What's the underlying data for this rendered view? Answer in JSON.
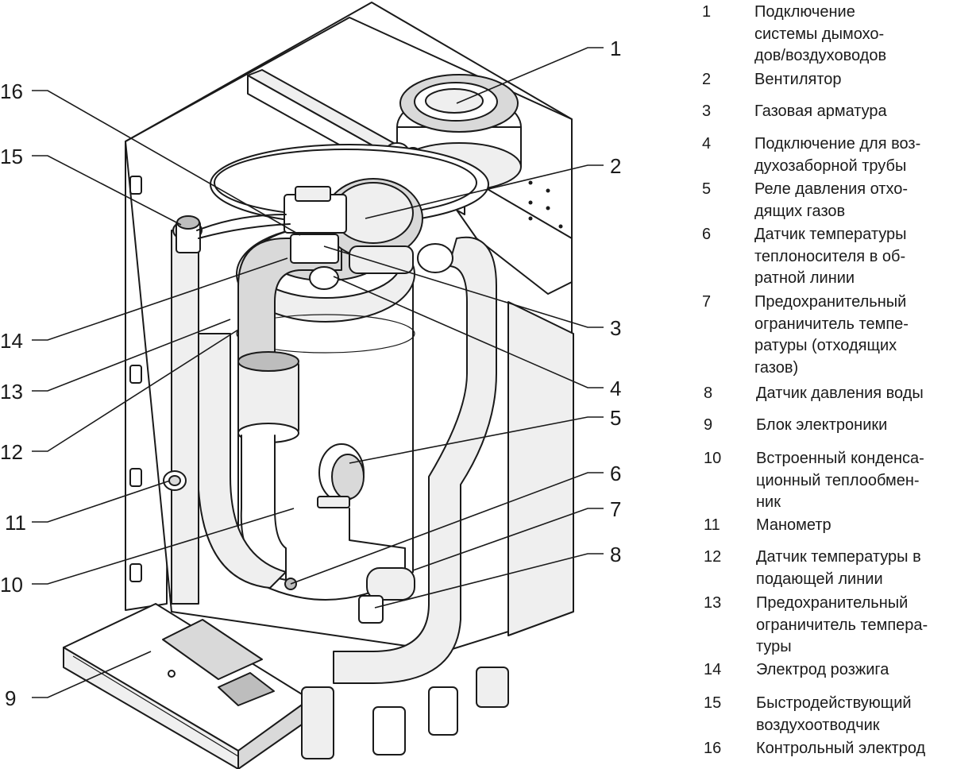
{
  "callouts": [
    "1",
    "2",
    "3",
    "4",
    "5",
    "6",
    "7",
    "8",
    "9",
    "10",
    "11",
    "12",
    "13",
    "14",
    "15",
    "16"
  ],
  "legend": [
    {
      "num": "1",
      "text": "Подключение\nсистемы дымохо-\nдов/воздуховодов"
    },
    {
      "num": "2",
      "text": "Вентилятор"
    },
    {
      "num": "3",
      "text": "Газовая арматура"
    },
    {
      "num": "4",
      "text": "Подключение для воз-\nдухозаборной трубы"
    },
    {
      "num": "5",
      "text": "Реле давления отхо-\nдящих газов"
    },
    {
      "num": "6",
      "text": "Датчик температуры\nтеплоносителя в об-\nратной линии"
    },
    {
      "num": "7",
      "text": "Предохранительный\nограничитель темпе-\nратуры (отходящих\nгазов)"
    },
    {
      "num": "8",
      "text": "Датчик давления воды"
    },
    {
      "num": "9",
      "text": "Блок электроники"
    },
    {
      "num": "10",
      "text": "Встроенный конденса-\nционный теплообмен-\nник"
    },
    {
      "num": "11",
      "text": "Манометр"
    },
    {
      "num": "12",
      "text": "Датчик температуры в\nподающей линии"
    },
    {
      "num": "13",
      "text": "Предохранительный\nограничитель темпера-\nтуры"
    },
    {
      "num": "14",
      "text": "Электрод розжига"
    },
    {
      "num": "15",
      "text": "Быстродействующий\nвоздухоотводчик"
    },
    {
      "num": "16",
      "text": "Контрольный электрод"
    }
  ]
}
